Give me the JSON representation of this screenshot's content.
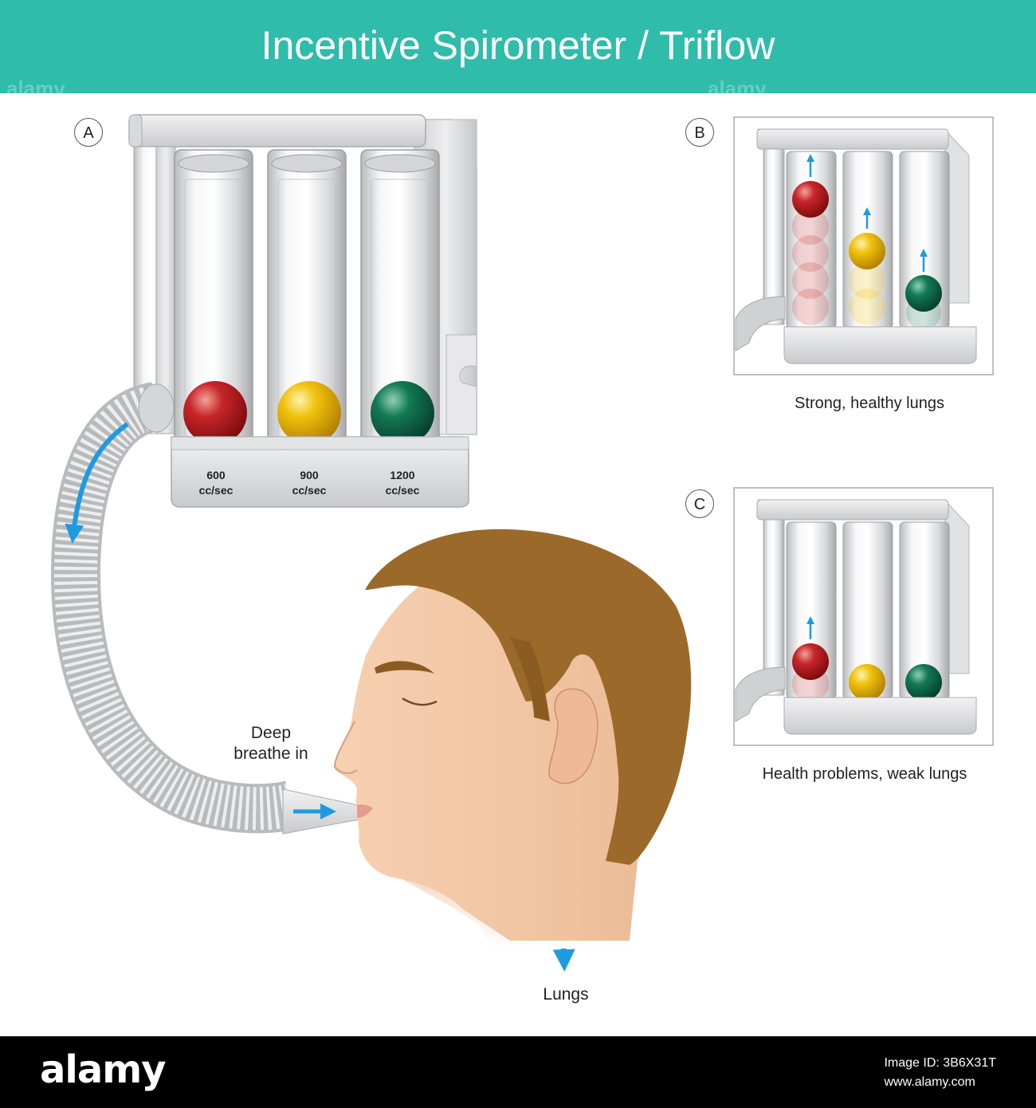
{
  "title": "Incentive Spirometer / Triflow",
  "panels": {
    "a": {
      "badge": "A",
      "scales": [
        "600\ncc/sec",
        "900\ncc/sec",
        "1200\ncc/sec"
      ]
    },
    "b": {
      "badge": "B",
      "caption": "Strong, healthy lungs"
    },
    "c": {
      "badge": "C",
      "caption": "Health problems, weak lungs"
    }
  },
  "labels": {
    "breathe": "Deep\nbreathe in",
    "lungs": "Lungs"
  },
  "footer": {
    "logo": "alamy",
    "image_id": "Image ID: 3B6X31T",
    "site": "www.alamy.com"
  },
  "watermark": "alamy",
  "colors": {
    "header": "#2fbcaa",
    "ball_red": "#b8191c",
    "ball_yellow": "#e9b800",
    "ball_green": "#0f6b4c",
    "arrow": "#1e9ae0",
    "hair": "#9b6a2a",
    "skin": "#f3c9a7"
  }
}
